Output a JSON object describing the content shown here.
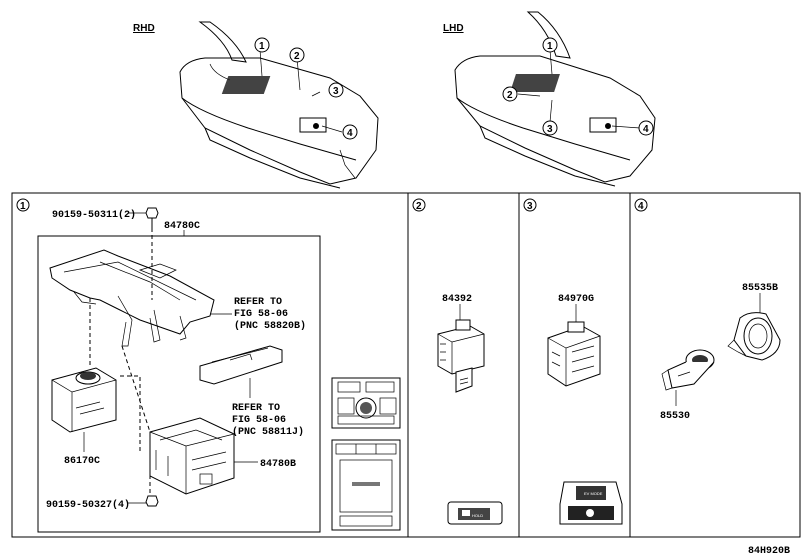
{
  "views": {
    "rhd": "RHD",
    "lhd": "LHD"
  },
  "callouts": {
    "c1": "1",
    "c2": "2",
    "c3": "3",
    "c4": "4"
  },
  "panels": {
    "p1": {
      "marker": "1",
      "parts": {
        "bolt_top": "90159-50311(2)",
        "bezel": "84780C",
        "refer_a": [
          "REFER TO",
          "FIG 58-06",
          "(PNC 58820B)"
        ],
        "refer_b": [
          "REFER TO",
          "FIG 58-06",
          "(PNC 58811J)"
        ],
        "controller": "86170C",
        "switch_base": "84780B",
        "bolt_bottom": "90159-50327(4)"
      }
    },
    "p2": {
      "marker": "2",
      "part": "84392",
      "face_label": "HOLD"
    },
    "p3": {
      "marker": "3",
      "part": "84970G",
      "face_label": "EV MODE"
    },
    "p4": {
      "marker": "4",
      "part_a": "85535B",
      "part_b": "85530"
    }
  },
  "reference": "84H920B"
}
